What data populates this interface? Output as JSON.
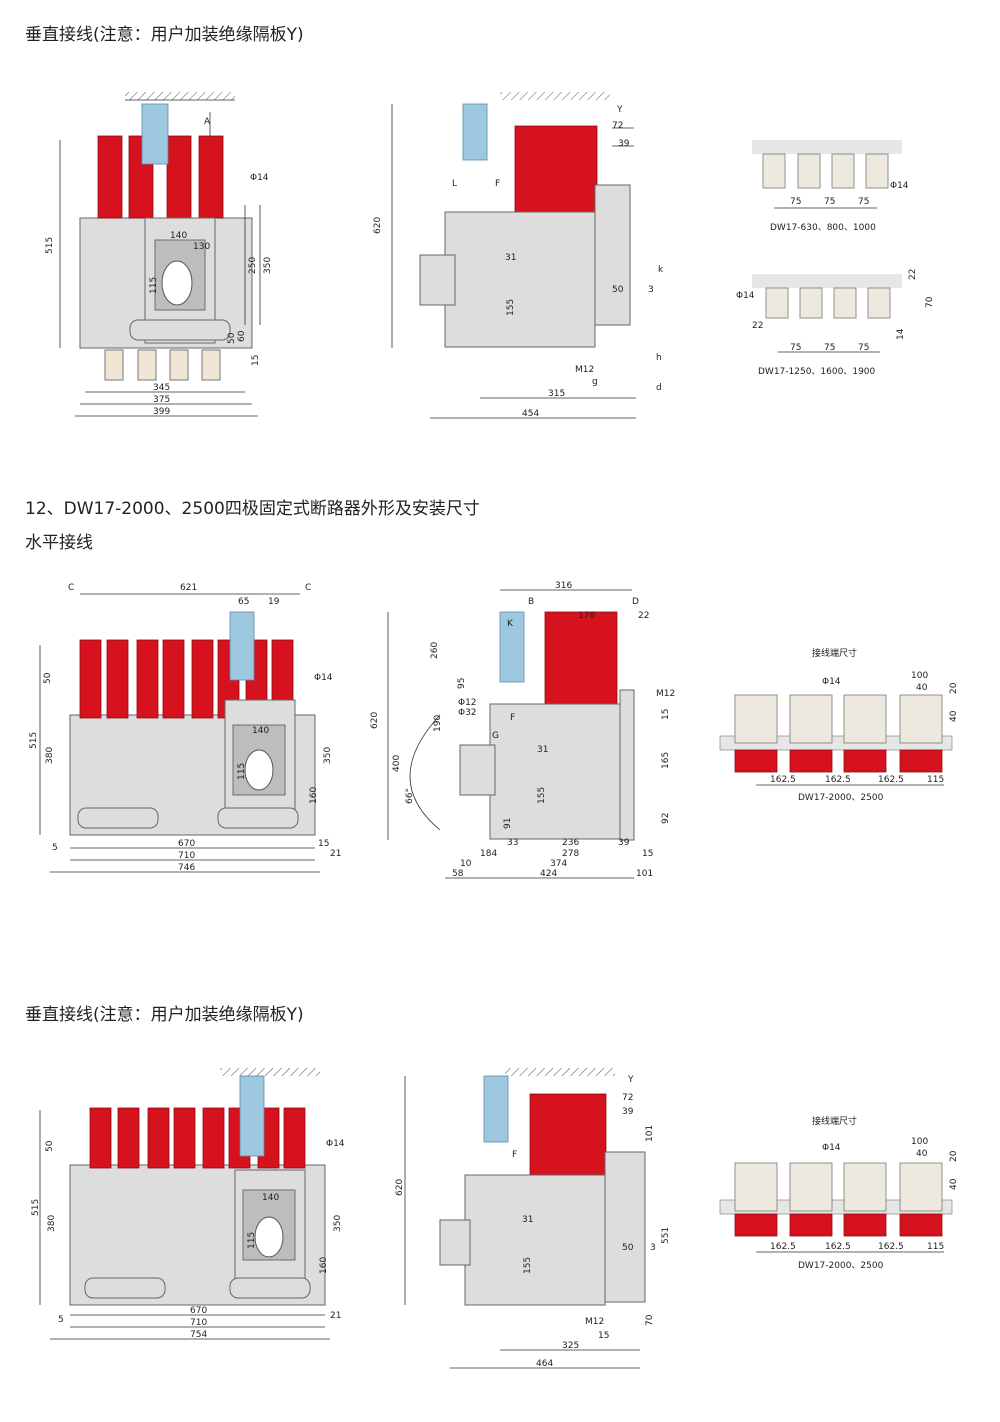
{
  "headings": {
    "vertical_1": "垂直接线(注意：用户加装绝缘隔板Y)",
    "section_12": "12、DW17-2000、2500四极固定式断路器外形及安装尺寸",
    "horizontal": "水平接线",
    "vertical_2": "垂直接线(注意：用户加装绝缘隔板Y)"
  },
  "diagram_1_front": {
    "dims": {
      "h515": "515",
      "d345": "345",
      "d375": "375",
      "d399": "399",
      "d140": "140",
      "d130": "130",
      "d115": "115",
      "d250": "250",
      "d350": "350",
      "d60": "60",
      "d15": "15",
      "d50": "50",
      "phi14": "Φ14",
      "A": "A"
    }
  },
  "diagram_1_side": {
    "dims": {
      "h620": "620",
      "d72": "72",
      "d39": "39",
      "Y": "Y",
      "k": "k",
      "d50": "50",
      "d3": "3",
      "d31": "31",
      "d155": "155",
      "M12": "M12",
      "h": "h",
      "g": "g",
      "d": "d",
      "d315": "315",
      "d454": "454",
      "L": "L",
      "F": "F"
    }
  },
  "diagram_1_terminals": {
    "top": {
      "d75a": "75",
      "d75b": "75",
      "d75c": "75",
      "phi14": "Φ14",
      "model": "DW17-630、800、1000"
    },
    "bottom": {
      "d22": "22",
      "d70": "70",
      "d14": "14",
      "d22b": "22",
      "phi14": "Φ14",
      "d75a": "75",
      "d75b": "75",
      "d75c": "75",
      "model": "DW17-1250、1600、1900"
    }
  },
  "diagram_2_front": {
    "dims": {
      "C1": "C",
      "C2": "C",
      "d621": "621",
      "d65": "65",
      "d19": "19",
      "d50": "50",
      "phi14": "Φ14",
      "h515": "515",
      "d380": "380",
      "d140": "140",
      "d115": "115",
      "d350": "350",
      "d160": "160",
      "d5": "5",
      "d670": "670",
      "d710": "710",
      "d746": "746",
      "d15": "15",
      "d21": "21"
    }
  },
  "diagram_2_side": {
    "dims": {
      "d316": "316",
      "B": "B",
      "D": "D",
      "d178": "178",
      "d22": "22",
      "K": "K",
      "d260": "260",
      "h620": "620",
      "d95": "95",
      "d400": "400",
      "d190": "190",
      "ang66": "66°",
      "phi12": "Φ12",
      "phi32": "Φ32",
      "M12": "M12",
      "d15": "15",
      "d165": "165",
      "d92": "92",
      "d31": "31",
      "d155": "155",
      "d91": "91",
      "d33": "33",
      "d236": "236",
      "d39": "39",
      "d184": "184",
      "d278": "278",
      "d10": "10",
      "d374": "374",
      "d58": "58",
      "d424": "424",
      "d101": "101",
      "G": "G",
      "F": "F"
    }
  },
  "diagram_2_terminals": {
    "title": "接线端尺寸",
    "dims": {
      "d100": "100",
      "d40": "40",
      "d20": "20",
      "d40b": "40",
      "phi14": "Φ14",
      "p1": "162.5",
      "p2": "162.5",
      "p3": "162.5",
      "p4": "115"
    },
    "model": "DW17-2000、2500"
  },
  "diagram_3_front": {
    "dims": {
      "d50": "50",
      "phi14": "Φ14",
      "h515": "515",
      "d380": "380",
      "d140": "140",
      "d115": "115",
      "d350": "350",
      "d160": "160",
      "d5": "5",
      "d670": "670",
      "d710": "710",
      "d754": "754",
      "d21": "21"
    }
  },
  "diagram_3_side": {
    "dims": {
      "Y": "Y",
      "d72": "72",
      "d39": "39",
      "d101": "101",
      "h620": "620",
      "d551": "551",
      "d50": "50",
      "d3": "3",
      "d31": "31",
      "d155": "155",
      "M12": "M12",
      "d15": "15",
      "d70": "70",
      "d325": "325",
      "d464": "464",
      "F": "F"
    }
  },
  "diagram_3_terminals": {
    "title": "接线端尺寸",
    "dims": {
      "d100": "100",
      "d40": "40",
      "d20": "20",
      "d40b": "40",
      "phi14": "Φ14",
      "p1": "162.5",
      "p2": "162.5",
      "p3": "162.5",
      "p4": "115"
    },
    "model": "DW17-2000、2500"
  },
  "colors": {
    "pole": "#d7121f",
    "handle": "#9ec8df",
    "body": "#dddddd"
  }
}
